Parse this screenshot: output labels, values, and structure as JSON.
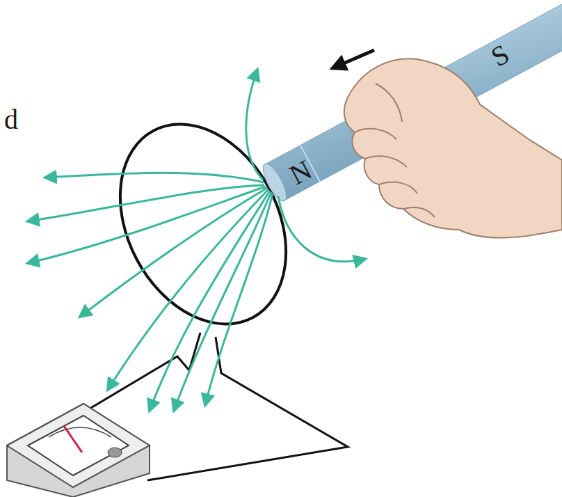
{
  "diagram": {
    "labels": [
      "d",
      "N",
      "S"
    ]
  }
}
